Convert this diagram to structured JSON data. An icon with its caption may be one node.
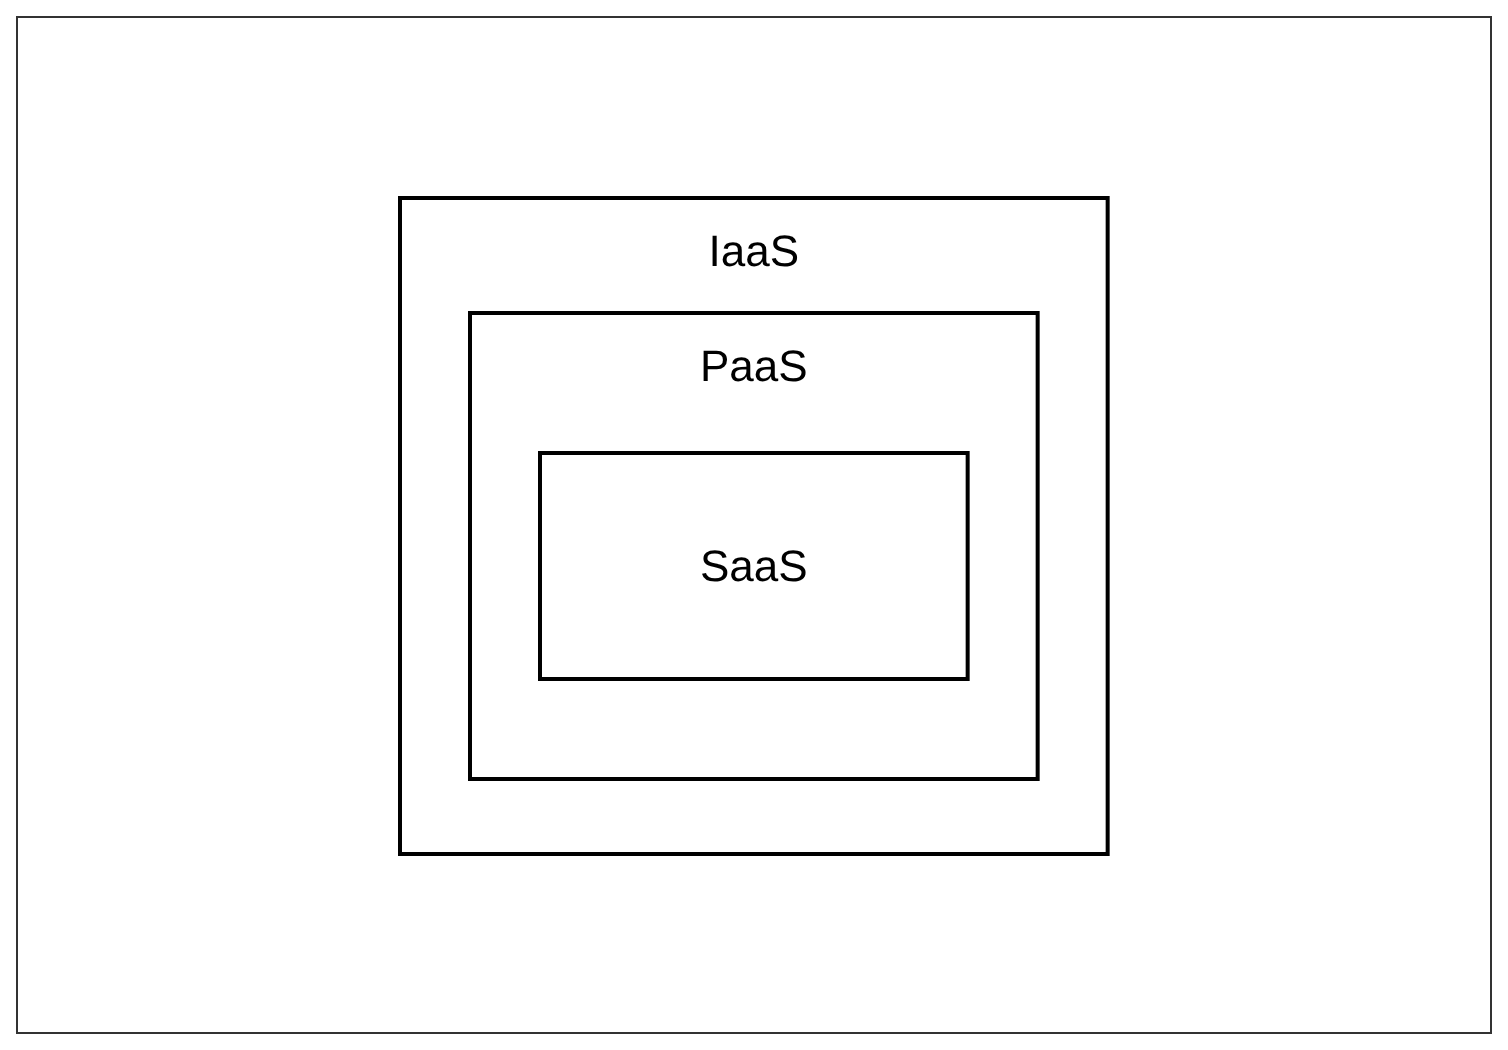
{
  "diagram": {
    "nodes": [
      {
        "text": [
          "IaaS"
        ]
      },
      {
        "text": [
          "PaaS"
        ],
        "in": 0
      },
      {
        "text": [
          "SaaS"
        ],
        "in": 1
      }
    ]
  }
}
